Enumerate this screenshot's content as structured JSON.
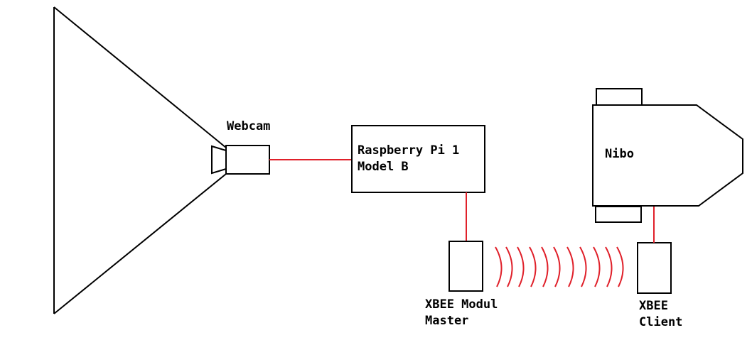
{
  "colors": {
    "line": "#000000",
    "connection": "#e0202a",
    "background": "#ffffff"
  },
  "labels": {
    "webcam": "Webcam",
    "raspberry_line1": "Raspberry Pi 1",
    "raspberry_line2": "Model B",
    "nibo": "Nibo",
    "xbee_master_line1": "XBEE Modul",
    "xbee_master_line2": "Master",
    "xbee_client_line1": "XBEE",
    "xbee_client_line2": "Client"
  }
}
